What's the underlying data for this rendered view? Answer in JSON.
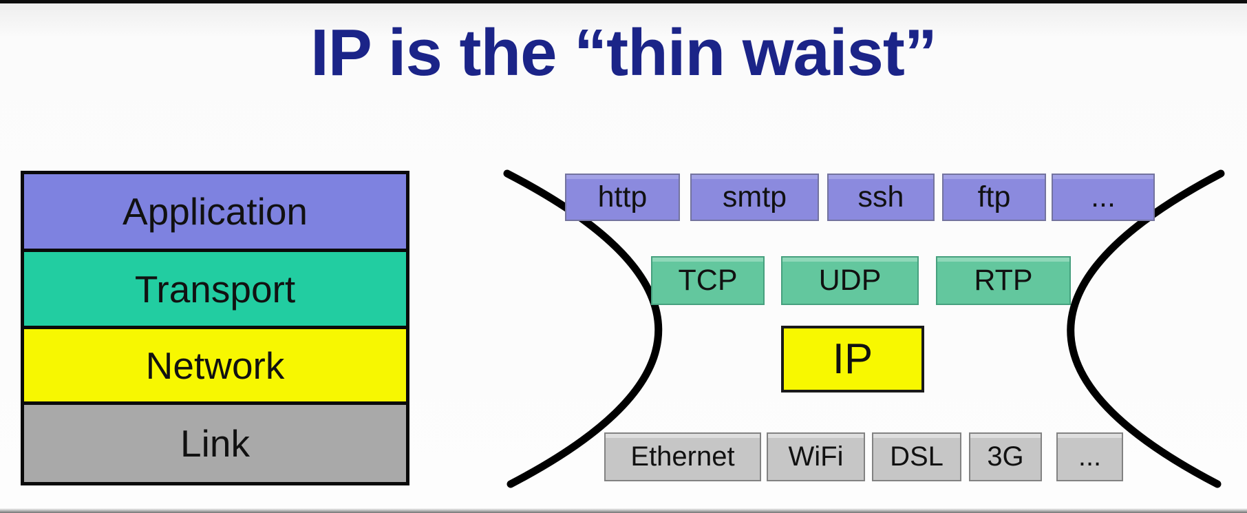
{
  "slide": {
    "title": "IP is the “thin waist”"
  },
  "stack": {
    "layers": [
      {
        "label": "Application",
        "color": "#7e82e0"
      },
      {
        "label": "Transport",
        "color": "#22cda1"
      },
      {
        "label": "Network",
        "color": "#f7f701"
      },
      {
        "label": "Link",
        "color": "#a9a9a9"
      }
    ]
  },
  "hourglass": {
    "application_protocols": [
      {
        "label": "http"
      },
      {
        "label": "smtp"
      },
      {
        "label": "ssh"
      },
      {
        "label": "ftp"
      },
      {
        "label": "..."
      }
    ],
    "transport_protocols": [
      {
        "label": "TCP"
      },
      {
        "label": "UDP"
      },
      {
        "label": "RTP"
      }
    ],
    "waist": {
      "label": "IP",
      "color": "#f8f800"
    },
    "link_technologies": [
      {
        "label": "Ethernet"
      },
      {
        "label": "WiFi"
      },
      {
        "label": "DSL"
      },
      {
        "label": "3G"
      },
      {
        "label": "..."
      }
    ],
    "colors": {
      "application_box": "#8b8ade",
      "transport_box": "#63c79e",
      "link_box": "#c6c6c6",
      "curve": "#000000",
      "title_text": "#1b2488"
    }
  }
}
